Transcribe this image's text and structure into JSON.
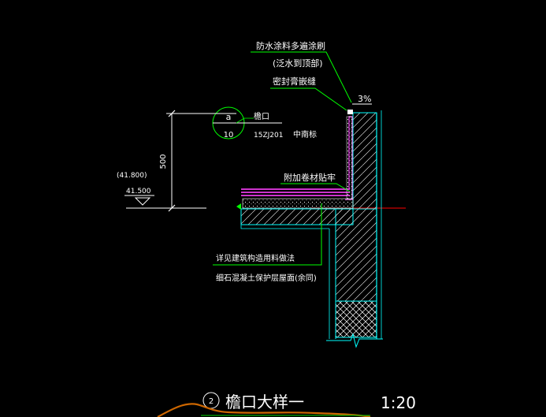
{
  "drawing": {
    "title": "檐口大样一",
    "detail_number": "2",
    "scale": "1:20",
    "slope": "3%",
    "dimension": "500",
    "elevation_upper": "(41.800)",
    "elevation_lower": "41.500",
    "reference_symbol": {
      "top": "a",
      "bottom": "10"
    },
    "reference_text": {
      "name": "檐口",
      "atlas": "15ZJ201",
      "region": "中南标"
    },
    "notes": [
      "防水涂料多遍涂刷",
      "(泛水到顶部)",
      "密封膏嵌缝",
      "附加卷材贴牢",
      "详见建筑构造用料做法",
      "细石混凝土保护层屋面(余同)"
    ]
  },
  "colors": {
    "background": "#000000",
    "white": "#ffffff",
    "structure": "#00ffff",
    "annotation_lines": "#00ff00",
    "membrane": "#cc33cc",
    "datum": "#ff0000",
    "terrain": "#cc6600",
    "ground": "#00aa00"
  }
}
